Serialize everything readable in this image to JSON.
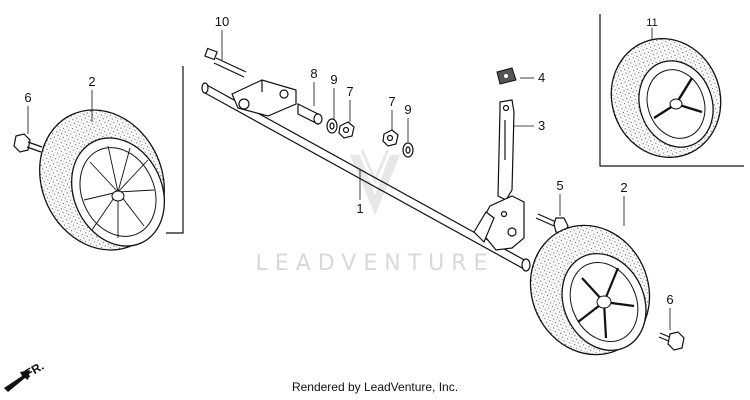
{
  "watermark": "LEADVENTURE",
  "credit": "Rendered by LeadVenture, Inc.",
  "direction_label": "FR.",
  "callouts": {
    "c10": "10",
    "c2_left": "2",
    "c6_left": "6",
    "c8": "8",
    "c9_top": "9",
    "c7_top": "7",
    "c4": "4",
    "c3": "3",
    "c7_mid": "7",
    "c9_mid": "9",
    "c1": "1",
    "c5": "5",
    "c2_right": "2",
    "c6_right": "6",
    "c11": "11"
  }
}
